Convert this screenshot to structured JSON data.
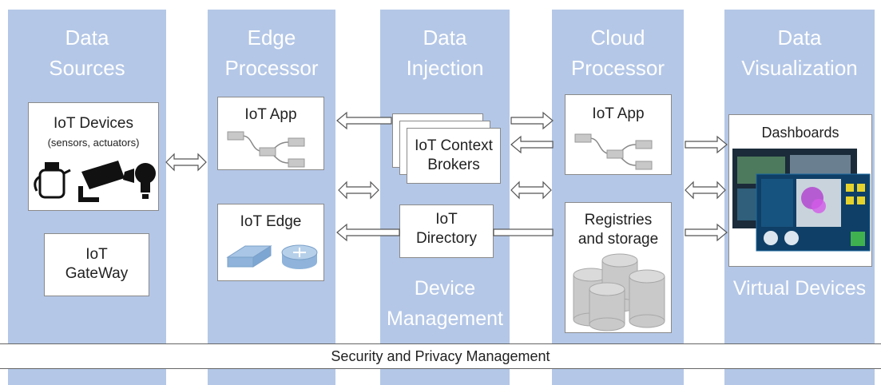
{
  "columns": {
    "data_sources": "Data\nSources",
    "edge_processor": "Edge\nProcessor",
    "data_injection": "Data\nInjection",
    "cloud_processor": "Cloud\nProcessor",
    "data_visualization": "Data\nVisualization"
  },
  "boxes": {
    "iot_devices": "IoT Devices",
    "iot_devices_sub": "(sensors, actuators)",
    "iot_gateway": "IoT\nGateWay",
    "edge_app": "IoT App",
    "iot_edge": "IoT Edge",
    "context_brokers": "IoT Context\nBrokers",
    "iot_directory": "IoT\nDirectory",
    "cloud_app": "IoT App",
    "registries": "Registries\nand storage",
    "dashboards": "Dashboards"
  },
  "labels": {
    "device_management": "Device\nManagement",
    "virtual_devices": "Virtual Devices"
  },
  "security_bar": "Security and Privacy Management",
  "colors": {
    "column": "#b4c7e7",
    "box_border": "#8a8a8a",
    "arrow": "#555555"
  },
  "icons": [
    "kettle-icon",
    "camera-icon",
    "lightbulb-icon",
    "node-flow-icon",
    "switch-icon",
    "router-icon",
    "database-icon",
    "dashboard-screenshot"
  ]
}
